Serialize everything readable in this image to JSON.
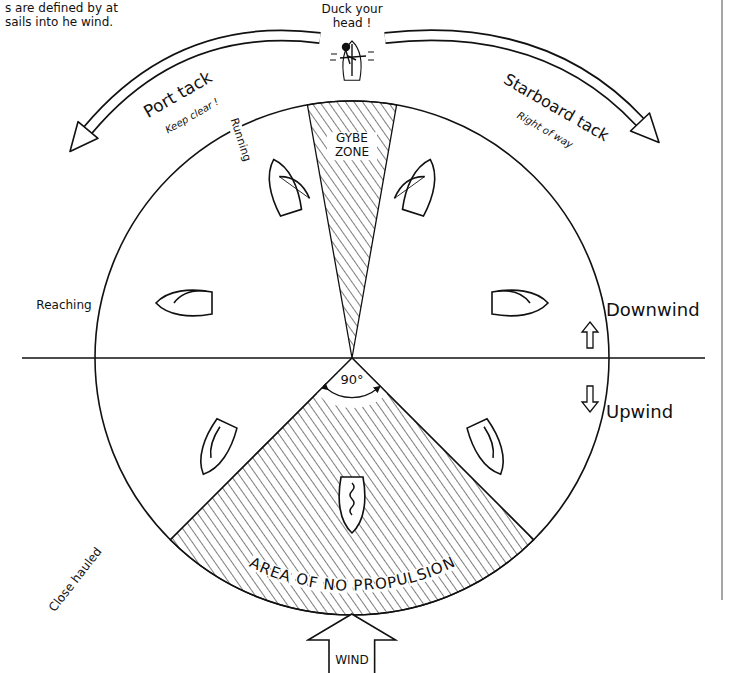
{
  "diagram": {
    "nodes": [
      {
        "text": [
          "WIND"
        ]
      }
    ],
    "labels": [
      "s are defined by at sails into he wind.",
      "Duck your head !",
      "Port tack",
      "Keep clear !",
      "Starboard tack",
      "Right of way",
      "Running",
      "GYBE ZONE",
      "Reaching",
      "Downwind",
      "Upwind",
      "90°",
      "Close hauled",
      "AREA OF NO PROPULSION"
    ]
  }
}
